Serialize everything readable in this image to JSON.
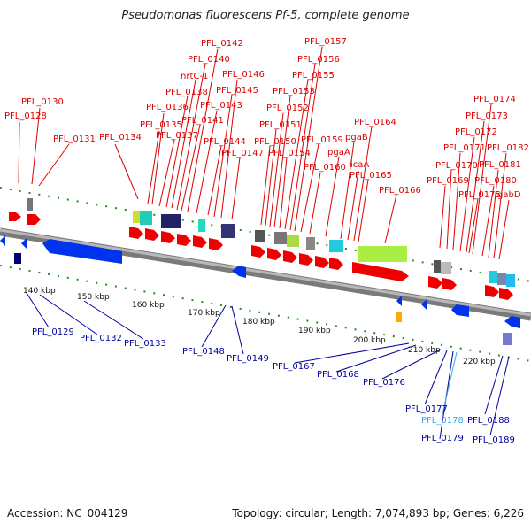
{
  "title": "Pseudomonas fluorescens Pf-5, complete genome",
  "footer": {
    "accession": "Accession: NC_004129",
    "summary": "Topology: circular; Length: 7,074,893 bp; Genes: 6,226"
  },
  "colors": {
    "forward_label": "#dd0000",
    "reverse_label": "#00009e",
    "highlight_label": "#33aaee",
    "forward_arrow": "#ee0000",
    "reverse_arrow": "#0033ee",
    "backbone": "#8a8a8a",
    "tick": "#228b22"
  },
  "scale_labels": [
    "140 kbp",
    "150 kbp",
    "160 kbp",
    "170 kbp",
    "180 kbp",
    "190 kbp",
    "200 kbp",
    "210 kbp",
    "220 kbp"
  ],
  "forward_genes": [
    "PFL_0128",
    "PFL_0130",
    "PFL_0131",
    "PFL_0134",
    "PFL_0135",
    "PFL_0136",
    "PFL_0137",
    "PFL_0138",
    "nrtC-1",
    "PFL_0140",
    "PFL_0141",
    "PFL_0142",
    "PFL_0143",
    "PFL_0144",
    "PFL_0145",
    "PFL_0146",
    "PFL_0147",
    "PFL_0150",
    "PFL_0151",
    "PFL_0152",
    "PFL_0153",
    "PFL_0154",
    "PFL_0155",
    "PFL_0156",
    "PFL_0157",
    "PFL_0159",
    "PFL_0160",
    "pgaA",
    "pgaB",
    "icaA",
    "PFL_0164",
    "PFL_0165",
    "PFL_0166",
    "PFL_0169",
    "PFL_0170",
    "PFL_0171",
    "PFL_0172",
    "PFL_0173",
    "PFL_0174",
    "PFL_0175",
    "PFL_0180",
    "PFL_0181",
    "PFL_0182",
    "gabD"
  ],
  "reverse_genes": [
    "PFL_0129",
    "PFL_0132",
    "PFL_0133",
    "PFL_0148",
    "PFL_0149",
    "PFL_0167",
    "PFL_0168",
    "PFL_0176",
    "PFL_0177",
    "PFL_0178",
    "PFL_0179",
    "PFL_0188",
    "PFL_0189"
  ]
}
